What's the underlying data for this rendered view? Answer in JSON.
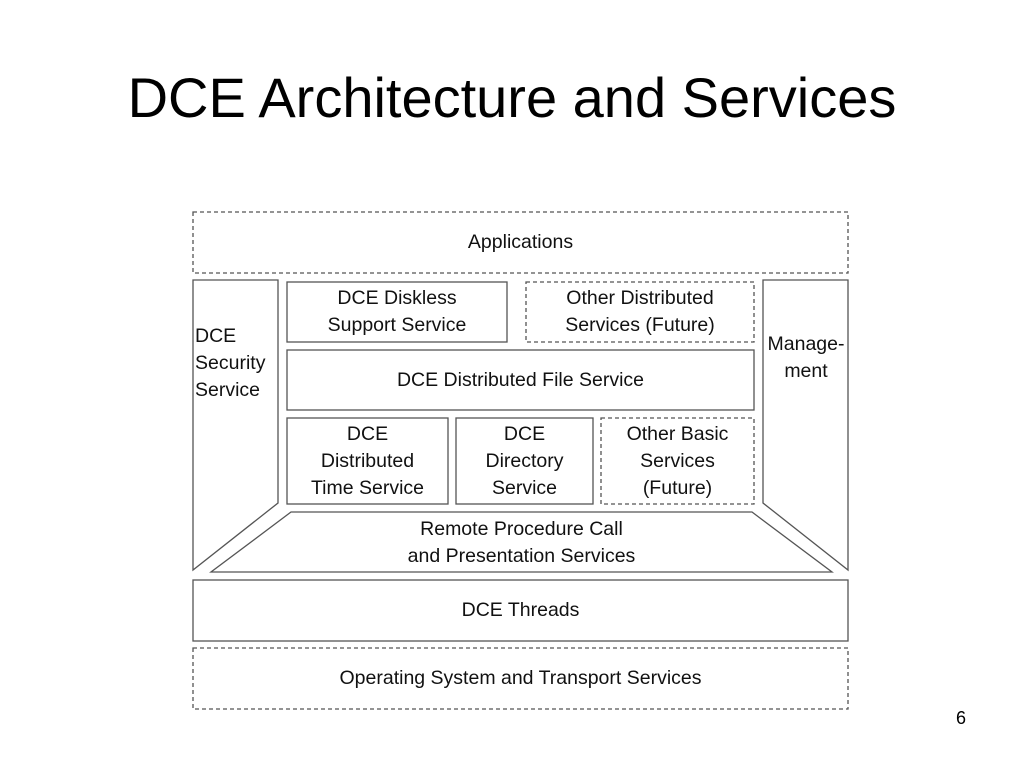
{
  "title": "DCE Architecture and Services",
  "page_number": "6",
  "diagram": {
    "applications": "Applications",
    "security": "DCE\nSecurity\nService",
    "management": "Manage-\nment",
    "diskless": "DCE Diskless\nSupport Service",
    "other_distributed": "Other Distributed\nServices (Future)",
    "dfs": "DCE Distributed File Service",
    "time_service": "DCE\nDistributed\nTime Service",
    "directory_service": "DCE\nDirectory\nService",
    "other_basic": "Other Basic\nServices\n(Future)",
    "rpc": "Remote Procedure Call\nand Presentation Services",
    "threads": "DCE Threads",
    "os_transport": "Operating System and Transport Services"
  }
}
